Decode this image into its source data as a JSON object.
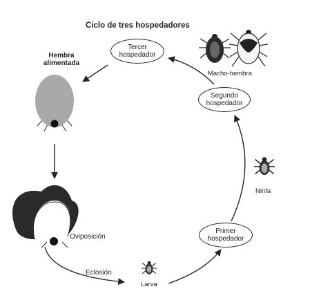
{
  "title": "Ciclo de tres hospedadores",
  "labels": {
    "hembra_alimentada": "Hembra alimentada",
    "macho_hembra": "Macho-hembra",
    "ninfa": "Ninfa",
    "oviposicion": "Oviposición",
    "eclosion": "Eclosión",
    "larva": "Larva"
  },
  "nodes": {
    "tercer": "Tercer hospedador",
    "segundo": "Segundo hospedador",
    "primer": "Primer hospedador"
  },
  "colors": {
    "line": "#222222",
    "engorged_body": "#a9a9a9",
    "egg_mass": "#2a2a2a"
  }
}
